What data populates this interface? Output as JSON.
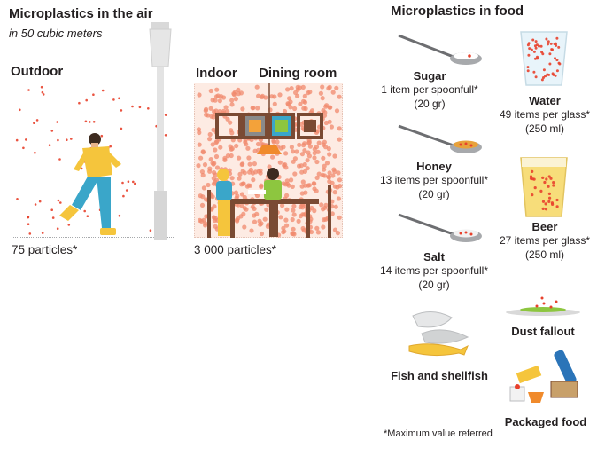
{
  "air": {
    "title": "Microplastics in the air",
    "subtitle": "in 50 cubic meters",
    "outdoor": {
      "label": "Outdoor",
      "count": "75 particles*"
    },
    "indoor": {
      "label": "Indoor",
      "room": "Dining room",
      "count": "3 000 particles*"
    }
  },
  "food": {
    "title": "Microplastics in food",
    "items": [
      {
        "name": "Sugar",
        "line1": "1 item per spoonfull*",
        "line2": "(20 gr)"
      },
      {
        "name": "Water",
        "line1": "49 items per glass*",
        "line2": "(250 ml)"
      },
      {
        "name": "Honey",
        "line1": "13 items per spoonfull*",
        "line2": "(20 gr)"
      },
      {
        "name": "Beer",
        "line1": "27 items per glass*",
        "line2": "(250 ml)"
      },
      {
        "name": "Salt",
        "line1": "14 items per spoonfull*",
        "line2": "(20 gr)"
      }
    ],
    "dust": "Dust fallout",
    "fish": "Fish and shellfish",
    "packaged": "Packaged food"
  },
  "footnote": "*Maximum value referred",
  "colors": {
    "particle": "#e8412c",
    "text": "#231f20",
    "box_border": "#a7a9ac"
  }
}
